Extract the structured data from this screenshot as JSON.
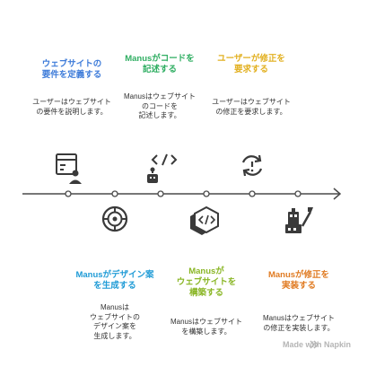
{
  "steps": [
    {
      "title": "ウェブサイトの\n要件を定義する",
      "desc": "ユーザーはウェブサイト\nの要件を説明します。",
      "color": "#3d7bd9",
      "icon": "document-user-icon"
    },
    {
      "title": "Manusがデザイン案\nを生成する",
      "desc": "Manusは\nウェブサイトの\nデザイン案を\n生成します。",
      "color": "#1f9bd6",
      "icon": "target-circle-icon"
    },
    {
      "title": "Manusがコードを\n記述する",
      "desc": "Manusはウェブサイト\nのコードを\n記述します。",
      "color": "#2fae62",
      "icon": "robot-code-icon"
    },
    {
      "title": "Manusが\nウェブサイトを\n構築する",
      "desc": "Manusはウェブサイト\nを構築します。",
      "color": "#8ab626",
      "icon": "code-cube-icon"
    },
    {
      "title": "ユーザーが修正を\n要求する",
      "desc": "ユーザーはウェブサイト\nの修正を要求します。",
      "color": "#e2b020",
      "icon": "refresh-alert-icon"
    },
    {
      "title": "Manusが修正を\n実装する",
      "desc": "Manusはウェブサイト\nの修正を実装します。",
      "color": "#e07b22",
      "icon": "robot-tools-icon"
    }
  ],
  "branding": {
    "text": "Made with Napkin",
    "icon": "napkin-logo-icon"
  },
  "colors": {
    "line": "#4a4a4a",
    "icon": "#3a3a3a"
  }
}
